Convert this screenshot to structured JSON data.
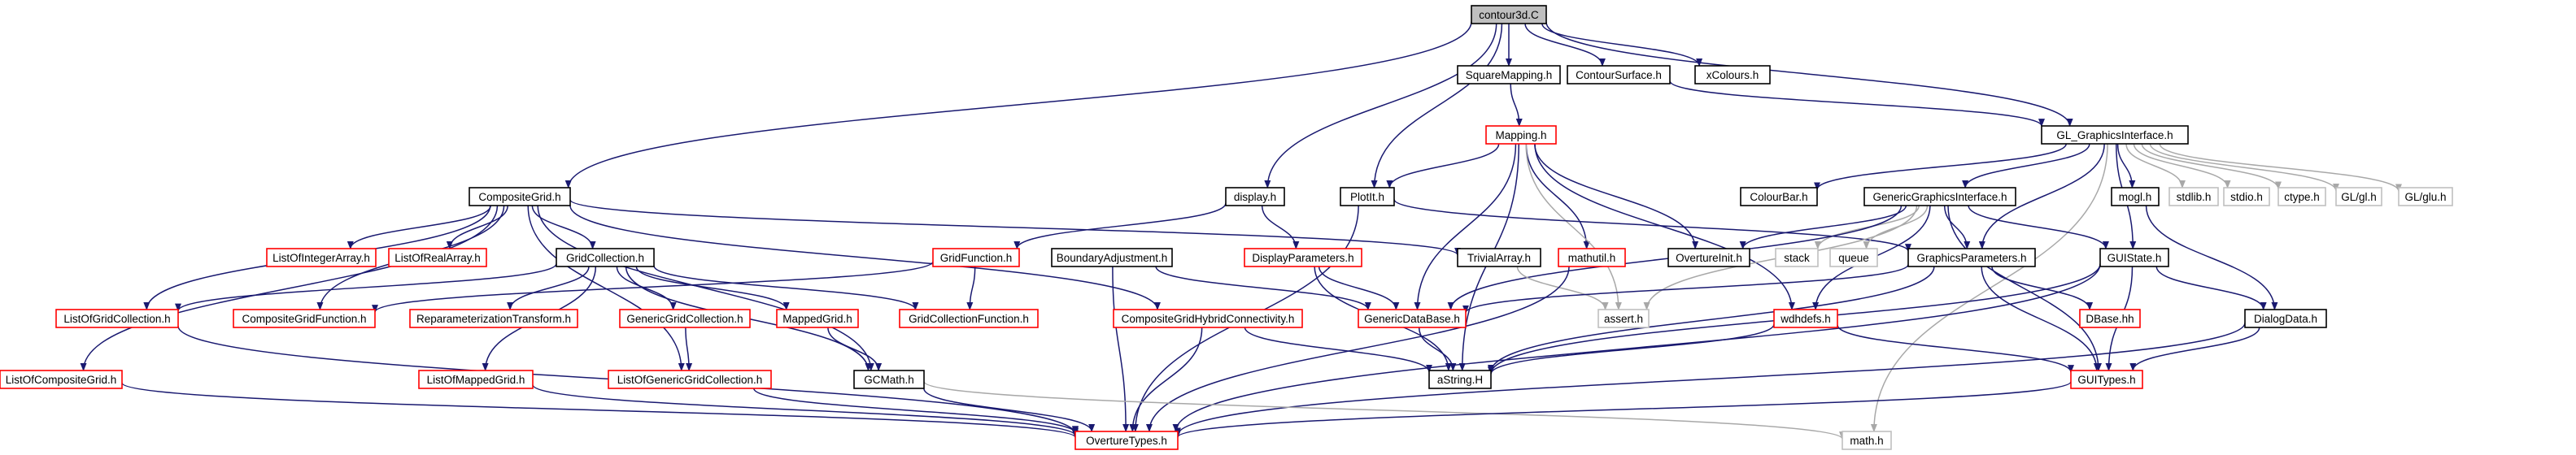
{
  "graph": {
    "colors": {
      "root_fill": "#bfbfbf",
      "node_fill": "#ffffff",
      "documented_border": "#000000",
      "undocumented_border": "#ff0000",
      "system_border": "#bfbfbf",
      "system_text": "#404040",
      "edge": "#191970"
    },
    "nodes": {
      "contour3d_c": "contour3d.C",
      "squaremapping_h": "SquareMapping.h",
      "contoursurface_h": "ContourSurface.h",
      "xcolours_h": "xColours.h",
      "mapping_h": "Mapping.h",
      "gl_graphicsinterface_h": "GL_GraphicsInterface.h",
      "compositegrid_h": "CompositeGrid.h",
      "display_h": "display.h",
      "plotit_h": "PlotIt.h",
      "colourbar_h": "ColourBar.h",
      "genericgraphicsinterface_h": "GenericGraphicsInterface.h",
      "mogl_h": "mogl.h",
      "stdlib_h": "stdlib.h",
      "stdio_h": "stdio.h",
      "ctype_h": "ctype.h",
      "gl_gl_h": "GL/gl.h",
      "gl_glu_h": "GL/glu.h",
      "listofintegerarray_h": "ListOfIntegerArray.h",
      "listofrealarray_h": "ListOfRealArray.h",
      "gridcollection_h": "GridCollection.h",
      "gridfunction_h": "GridFunction.h",
      "boundaryadjustment_h": "BoundaryAdjustment.h",
      "displayparameters_h": "DisplayParameters.h",
      "trivialarray_h": "TrivialArray.h",
      "mathutil_h": "mathutil.h",
      "overtureinit_h": "OvertureInit.h",
      "stack": "stack",
      "queue": "queue",
      "graphicsparameters_h": "GraphicsParameters.h",
      "guistate_h": "GUIState.h",
      "listofgridcollection_h": "ListOfGridCollection.h",
      "compositegridfunction_h": "CompositeGridFunction.h",
      "reparameterizationtransform_h": "ReparameterizationTransform.h",
      "genericgridcollection_h": "GenericGridCollection.h",
      "mappedgrid_h": "MappedGrid.h",
      "gridcollectionfunction_h": "GridCollectionFunction.h",
      "compositegridhybridconnectivity_h": "CompositeGridHybridConnectivity.h",
      "genericdatabase_h": "GenericDataBase.h",
      "assert_h": "assert.h",
      "wdhdefs_h": "wdhdefs.h",
      "dbase_hh": "DBase.hh",
      "dialogdata_h": "DialogData.h",
      "listofcompositegrid_h": "ListOfCompositeGrid.h",
      "listofmappedgrid_h": "ListOfMappedGrid.h",
      "listofgenericgridcollection_h": "ListOfGenericGridCollection.h",
      "gcmath_h": "GCMath.h",
      "astring_h": "aString.H",
      "guitypes_h": "GUITypes.h",
      "overturetypes_h": "OvertureTypes.h",
      "math_h": "math.h"
    }
  }
}
